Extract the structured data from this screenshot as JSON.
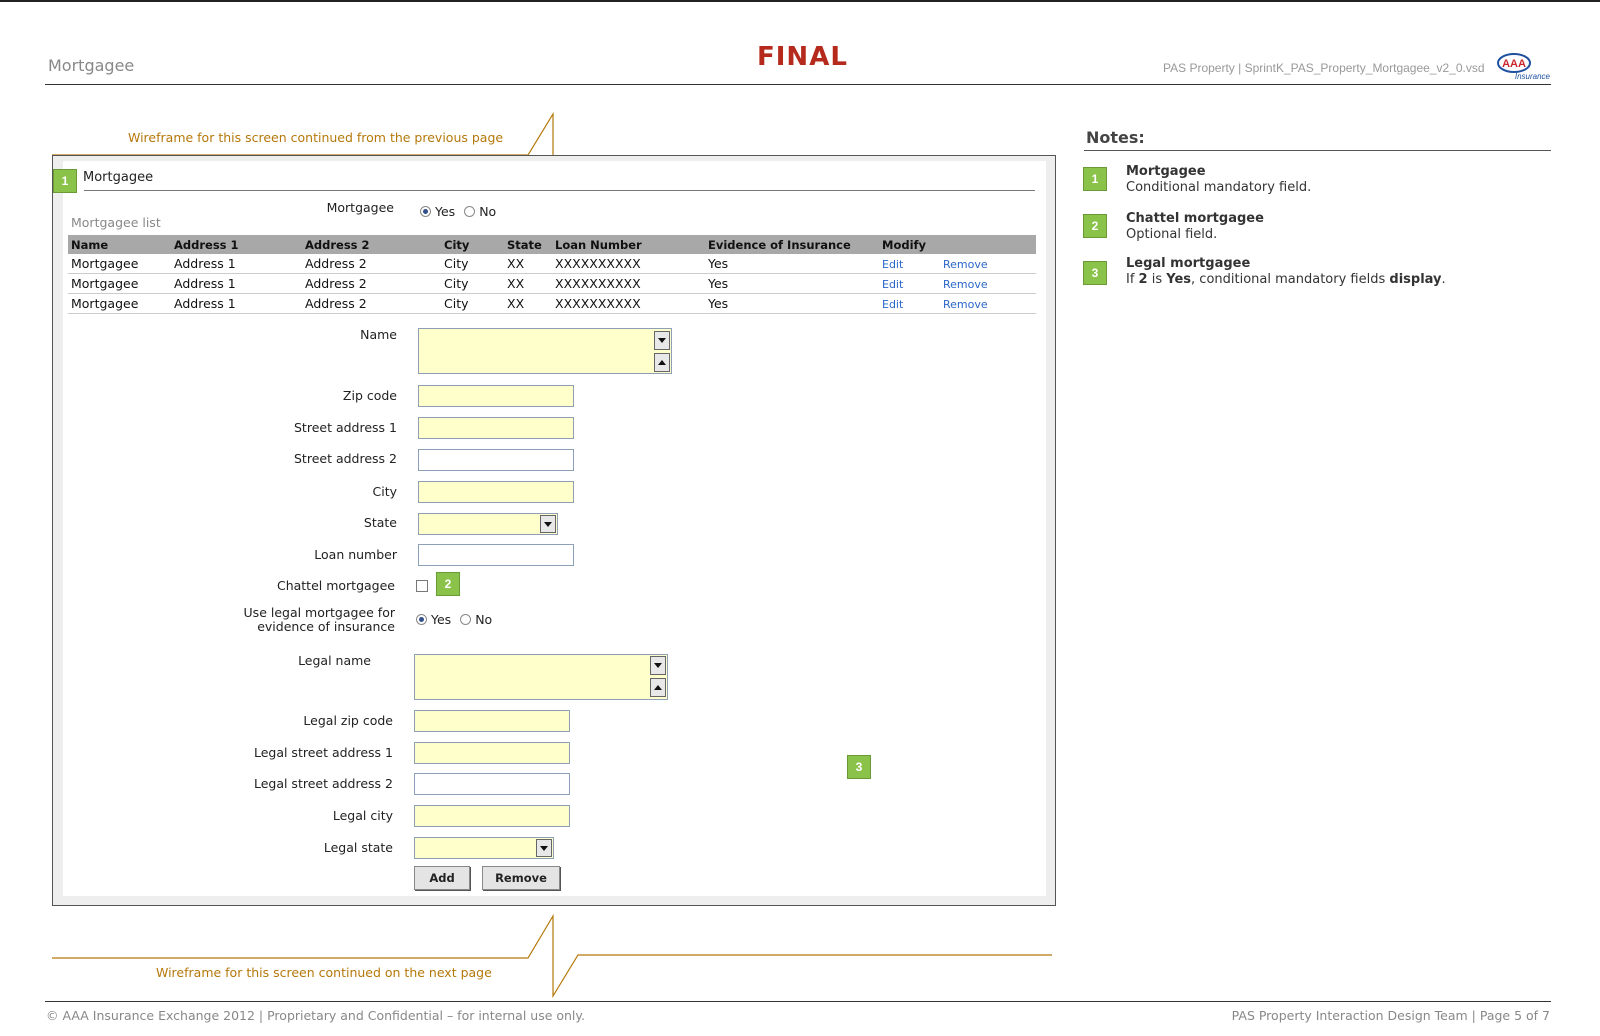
{
  "header": {
    "page_name": "Mortgagee",
    "status": "FINAL",
    "file_info": "PAS Property  | SprintK_PAS_Property_Mortgagee_v2_0.vsd",
    "logo_text": "AAA",
    "logo_sub": "Insurance"
  },
  "continuation": {
    "top": "Wireframe for this screen continued from the previous page",
    "bottom": "Wireframe for this screen continued on the next page"
  },
  "section": {
    "badge": "1",
    "title": "Mortgagee",
    "mortgagee_label": "Mortgagee",
    "mortgagee_options": [
      "Yes",
      "No"
    ],
    "mortgagee_selected": "Yes",
    "list_title": "Mortgagee list"
  },
  "table": {
    "columns": [
      "Name",
      "Address 1",
      "Address 2",
      "City",
      "State",
      "Loan Number",
      "Evidence of Insurance",
      "Modify",
      ""
    ],
    "rows": [
      {
        "name": "Mortgagee",
        "addr1": "Address 1",
        "addr2": "Address 2",
        "city": "City",
        "state": "XX",
        "loan": "XXXXXXXXXX",
        "evidence": "Yes",
        "edit": "Edit",
        "remove": "Remove"
      },
      {
        "name": "Mortgagee",
        "addr1": "Address 1",
        "addr2": "Address 2",
        "city": "City",
        "state": "XX",
        "loan": "XXXXXXXXXX",
        "evidence": "Yes",
        "edit": "Edit",
        "remove": "Remove"
      },
      {
        "name": "Mortgagee",
        "addr1": "Address 1",
        "addr2": "Address 2",
        "city": "City",
        "state": "XX",
        "loan": "XXXXXXXXXX",
        "evidence": "Yes",
        "edit": "Edit",
        "remove": "Remove"
      }
    ]
  },
  "form": {
    "name": "Name",
    "zip": "Zip code",
    "street1": "Street address 1",
    "street2": "Street address 2",
    "city": "City",
    "state": "State",
    "loan": "Loan number",
    "chattel": "Chattel mortgagee",
    "chattel_badge": "2",
    "use_legal_line1": "Use legal mortgagee  for",
    "use_legal_line2": "evidence of insurance",
    "use_legal_options": [
      "Yes",
      "No"
    ],
    "use_legal_selected": "Yes",
    "legal_name": "Legal name",
    "legal_zip": "Legal zip code",
    "legal_street1": "Legal street address 1",
    "legal_street2": "Legal street address 2",
    "legal_city": "Legal city",
    "legal_state": "Legal state",
    "add_button": "Add",
    "remove_button": "Remove",
    "legal_badge": "3"
  },
  "notes": {
    "title": "Notes:",
    "items": [
      {
        "badge": "1",
        "heading": "Mortgagee",
        "text": "Conditional mandatory field."
      },
      {
        "badge": "2",
        "heading": "Chattel mortgagee",
        "text": "Optional field."
      },
      {
        "badge": "3",
        "heading": "Legal mortgagee",
        "text_parts": [
          "If ",
          "2",
          " is ",
          "Yes",
          ", conditional mandatory fields ",
          "display",
          "."
        ]
      }
    ]
  },
  "footer": {
    "left": "© AAA Insurance Exchange 2012  |  Proprietary and Confidential – for internal use only.",
    "right": "PAS Property Interaction Design Team | Page 5 of 7"
  },
  "colors": {
    "final_red": "#b52a1c",
    "badge_green": "#8bc34a",
    "required_field": "#ffffcc",
    "link_blue": "#2a66c8",
    "continuation_orange": "#b5780a"
  }
}
